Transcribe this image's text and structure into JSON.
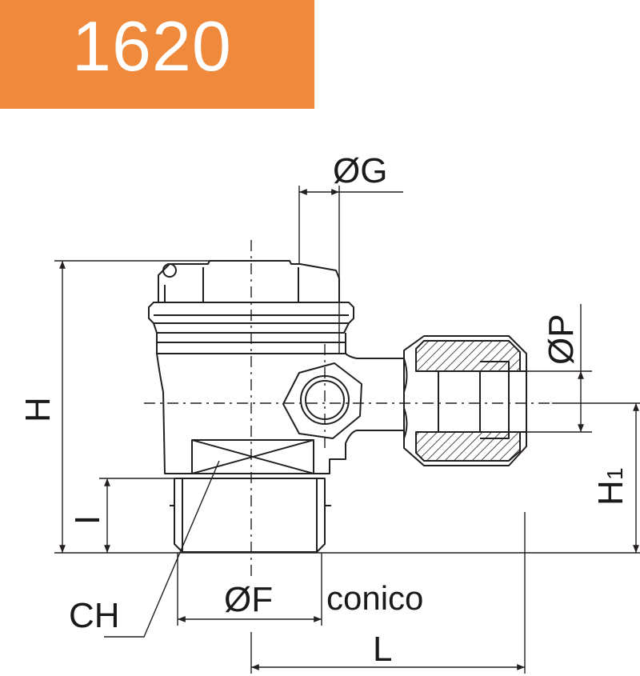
{
  "header": {
    "code": "1620",
    "banner_color": "#ef8a3c",
    "text_color": "#ffffff"
  },
  "drawing": {
    "line_color": "#231f20",
    "labels": {
      "G": "ØG",
      "P": "ØP",
      "H": "H",
      "H1_main": "H",
      "H1_sub": "1",
      "I": "I",
      "CH": "CH",
      "F": "ØF",
      "conico": "conico",
      "L": "L"
    }
  }
}
